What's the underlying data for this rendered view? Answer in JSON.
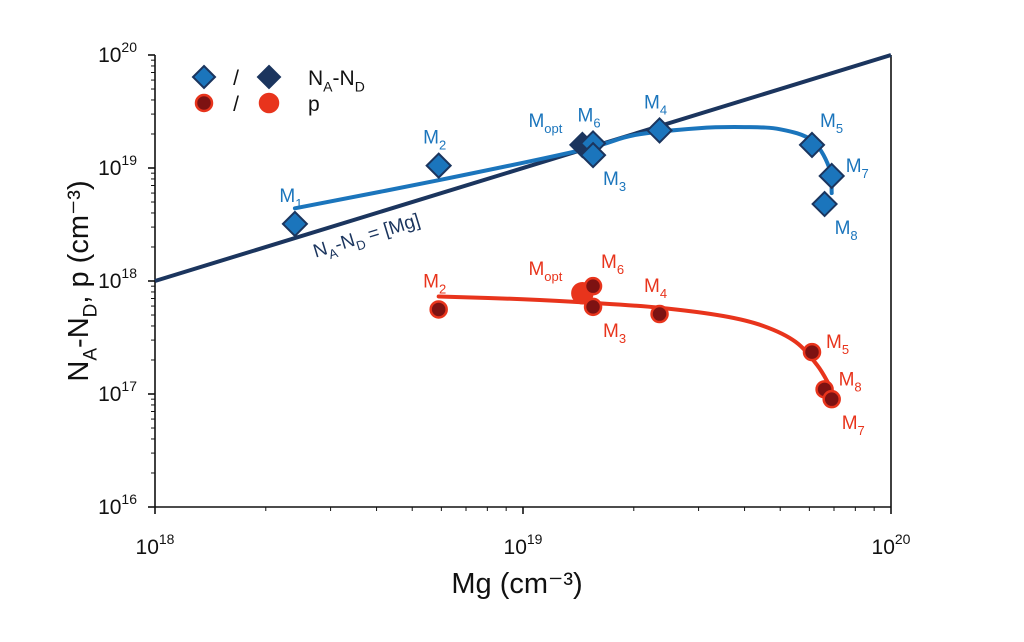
{
  "chart_data": {
    "type": "scatter",
    "title": "",
    "xlabel": "Mg (cm⁻³)",
    "ylabel": "N_A-N_D, p (cm⁻³)",
    "xscale": "log",
    "yscale": "log",
    "xlim": [
      1e+18,
      1e+20
    ],
    "ylim": [
      1e+16,
      1e+20
    ],
    "x_ticks": [
      {
        "mantissa": "10",
        "exp": "18",
        "value": 1e+18
      },
      {
        "mantissa": "10",
        "exp": "19",
        "value": 1e+19
      },
      {
        "mantissa": "10",
        "exp": "20",
        "value": 1e+20
      }
    ],
    "y_ticks": [
      {
        "mantissa": "10",
        "exp": "16",
        "value": 1e+16
      },
      {
        "mantissa": "10",
        "exp": "17",
        "value": 1e+17
      },
      {
        "mantissa": "10",
        "exp": "18",
        "value": 1e+18
      },
      {
        "mantissa": "10",
        "exp": "19",
        "value": 1e+19
      },
      {
        "mantissa": "10",
        "exp": "20",
        "value": 1e+20
      }
    ],
    "grid": false,
    "legend_position": "top-left",
    "legend": [
      {
        "sym1": "diamond-light",
        "sep": "/",
        "sym2": "diamond-dark",
        "label": "N_A-N_D"
      },
      {
        "sym1": "circle-dark",
        "sep": "/",
        "sym2": "circle-light",
        "label": "p"
      }
    ],
    "colors": {
      "blue_light": "#1b75bc",
      "blue_dark": "#1b355e",
      "red_light": "#e8341c",
      "red_dark": "#7d1212",
      "axis": "#111111"
    },
    "reference_line": {
      "label": "N_A-N_D = [Mg]",
      "x": [
        1e+18,
        1e+20
      ],
      "y": [
        1e+18,
        1e+20
      ]
    },
    "series": [
      {
        "kind": "NA-ND",
        "marker": "diamond",
        "points": [
          {
            "label": "M",
            "sub": "1",
            "x": 2.4e+18,
            "y": 3.2e+18,
            "style": "light",
            "pos": "above"
          },
          {
            "label": "M",
            "sub": "2",
            "x": 5.9e+18,
            "y": 1.05e+19,
            "style": "light",
            "pos": "above"
          },
          {
            "label": "M",
            "sub": "opt",
            "x": 1.45e+19,
            "y": 1.6e+19,
            "style": "dark",
            "pos": "upper-left"
          },
          {
            "label": "M",
            "sub": "6",
            "x": 1.55e+19,
            "y": 1.65e+19,
            "style": "light",
            "pos": "above"
          },
          {
            "label": "M",
            "sub": "3",
            "x": 1.55e+19,
            "y": 1.3e+19,
            "style": "light",
            "pos": "lower-right"
          },
          {
            "label": "M",
            "sub": "4",
            "x": 2.35e+19,
            "y": 2.15e+19,
            "style": "light",
            "pos": "above"
          },
          {
            "label": "M",
            "sub": "5",
            "x": 6.1e+19,
            "y": 1.6e+19,
            "style": "light",
            "pos": "upper-right"
          },
          {
            "label": "M",
            "sub": "7",
            "x": 6.9e+19,
            "y": 8.5e+18,
            "style": "light",
            "pos": "right"
          },
          {
            "label": "M",
            "sub": "8",
            "x": 6.6e+19,
            "y": 4.8e+18,
            "style": "light",
            "pos": "lower-right"
          }
        ],
        "fit_curve": [
          [
            2.4e+18,
            4.4e+18
          ],
          [
            5.9e+18,
            7.8e+18
          ],
          [
            1.45e+19,
            1.45e+19
          ],
          [
            2e+19,
            1.95e+19
          ],
          [
            3e+19,
            2.25e+19
          ],
          [
            4e+19,
            2.3e+19
          ],
          [
            5e+19,
            2.2e+19
          ],
          [
            6.1e+19,
            1.75e+19
          ],
          [
            6.8e+19,
            1e+19
          ],
          [
            6.9e+19,
            6e+18
          ]
        ]
      },
      {
        "kind": "p",
        "marker": "circle",
        "points": [
          {
            "label": "M",
            "sub": "2",
            "x": 5.9e+18,
            "y": 5.6e+17,
            "style": "dark",
            "pos": "above"
          },
          {
            "label": "M",
            "sub": "opt",
            "x": 1.45e+19,
            "y": 7.8e+17,
            "style": "light",
            "pos": "upper-left"
          },
          {
            "label": "M",
            "sub": "6",
            "x": 1.55e+19,
            "y": 9e+17,
            "style": "dark",
            "pos": "upper-right"
          },
          {
            "label": "M",
            "sub": "3",
            "x": 1.55e+19,
            "y": 5.9e+17,
            "style": "dark",
            "pos": "lower-right"
          },
          {
            "label": "M",
            "sub": "4",
            "x": 2.35e+19,
            "y": 5.1e+17,
            "style": "dark",
            "pos": "above"
          },
          {
            "label": "M",
            "sub": "5",
            "x": 6.1e+19,
            "y": 2.35e+17,
            "style": "dark",
            "pos": "right"
          },
          {
            "label": "M",
            "sub": "8",
            "x": 6.6e+19,
            "y": 1.1e+17,
            "style": "dark",
            "pos": "right"
          },
          {
            "label": "M",
            "sub": "7",
            "x": 6.9e+19,
            "y": 9e+16,
            "style": "dark",
            "pos": "lower-right"
          }
        ],
        "fit_curve": [
          [
            5.9e+18,
            7.3e+17
          ],
          [
            1e+19,
            6.9e+17
          ],
          [
            1.55e+19,
            6.4e+17
          ],
          [
            2.35e+19,
            5.8e+17
          ],
          [
            3.5e+19,
            4.9e+17
          ],
          [
            4.5e+19,
            4e+17
          ],
          [
            5.5e+19,
            2.9e+17
          ],
          [
            6.3e+19,
            1.8e+17
          ],
          [
            6.8e+19,
            1.2e+17
          ]
        ]
      }
    ]
  }
}
